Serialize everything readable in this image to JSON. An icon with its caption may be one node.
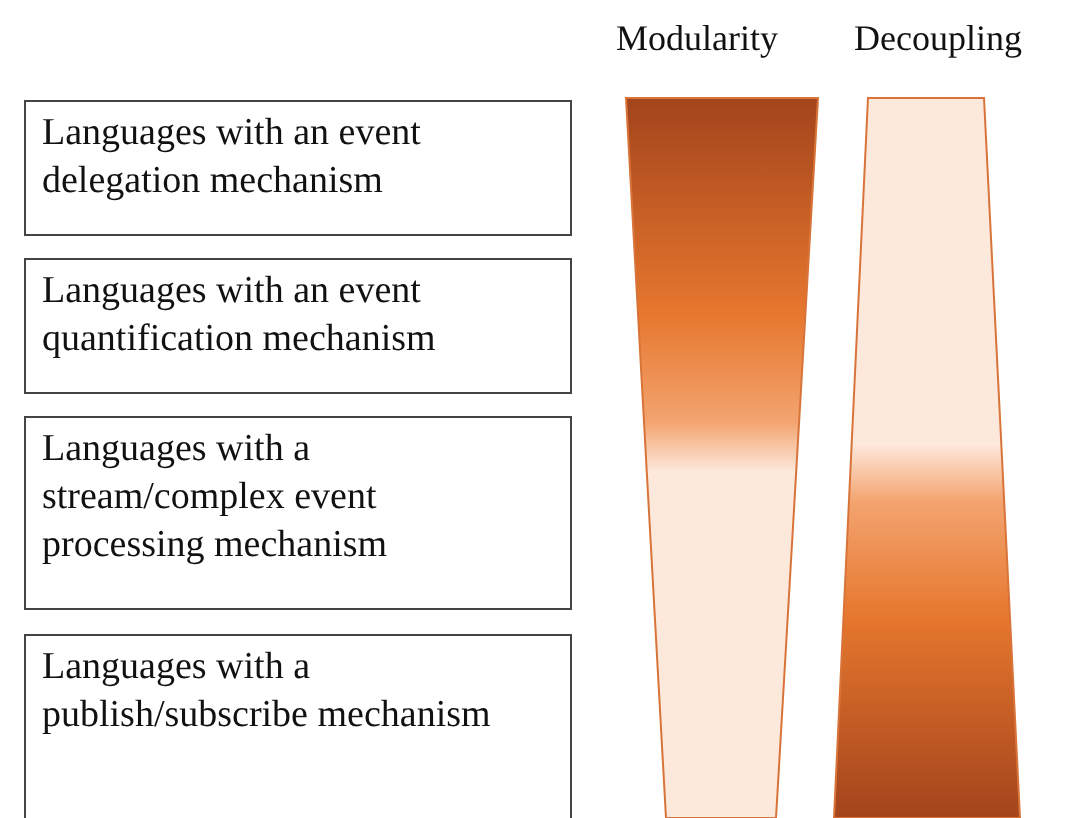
{
  "diagram": {
    "nodes": [
      {
        "text": [
          "Languages with an event delegation mechanism"
        ]
      },
      {
        "text": [
          "Languages with an event quantification mechanism"
        ]
      },
      {
        "text": [
          "Languages with a stream/complex event processing mechanism"
        ]
      },
      {
        "text": [
          "Languages with a publish/subscribe mechanism"
        ]
      },
      {
        "text": [],
        "shape": "bar"
      },
      {
        "text": [],
        "shape": "bar"
      }
    ],
    "labels": [
      "Modularity",
      "Decoupling"
    ]
  }
}
